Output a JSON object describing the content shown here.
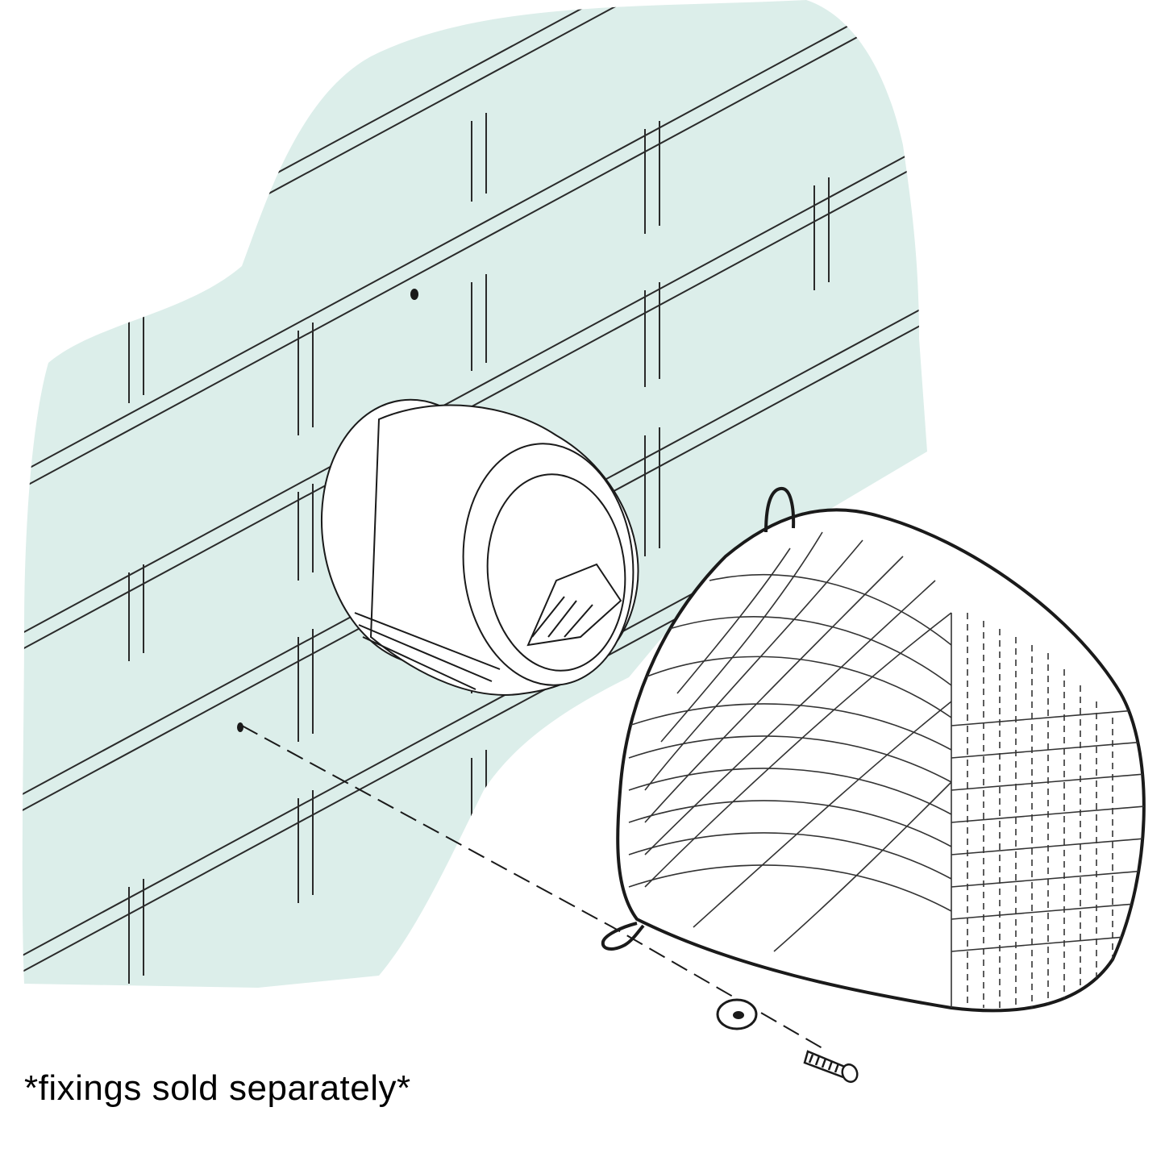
{
  "caption": "*fixings sold separately*",
  "colors": {
    "wall": "#dceeea",
    "line": "#1a1a1a",
    "background": "#ffffff"
  },
  "components": [
    {
      "id": "wall",
      "icon": "brick-wall"
    },
    {
      "id": "vent-outlet",
      "icon": "round-vent-outlet"
    },
    {
      "id": "cover",
      "icon": "mesh-cone-cover"
    },
    {
      "id": "washer",
      "icon": "washer"
    },
    {
      "id": "screw",
      "icon": "screw"
    }
  ]
}
